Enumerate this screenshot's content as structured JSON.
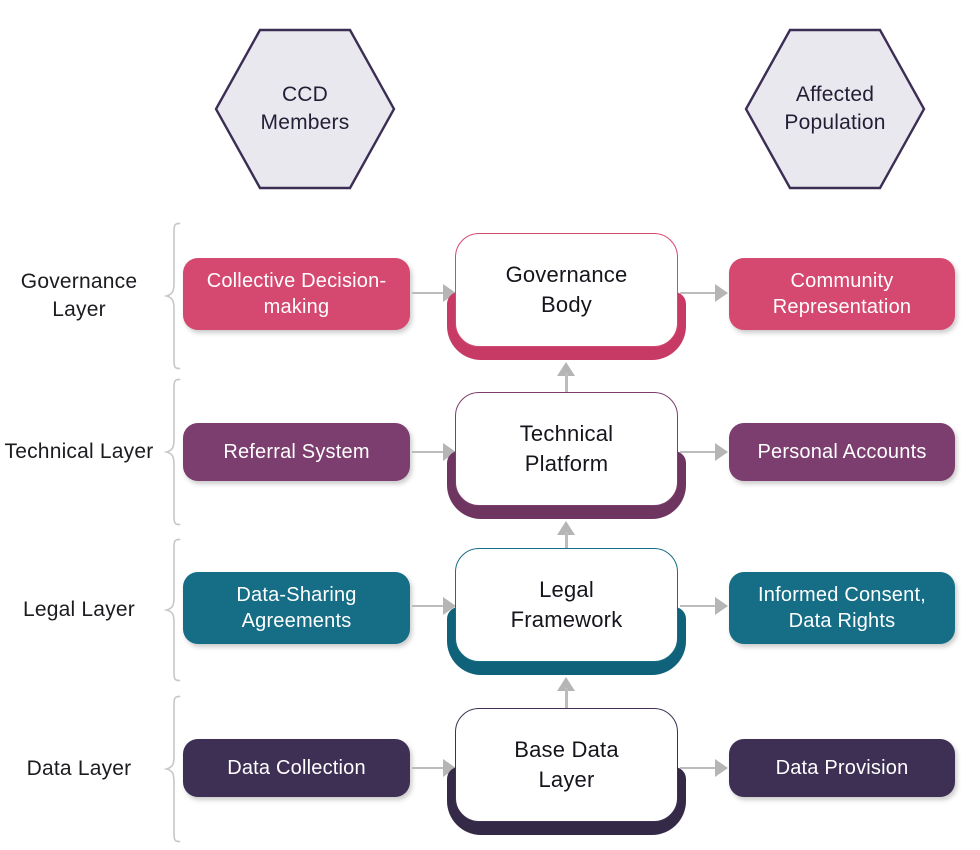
{
  "hexagons": {
    "ccd_members": "CCD Members",
    "affected_population": "Affected Population"
  },
  "layers": [
    {
      "label": "Governance Layer",
      "input": "Collective Decision-making",
      "core": "Governance Body",
      "output": "Community Representation",
      "color": "#d5486f",
      "color_dark": "#c73a66"
    },
    {
      "label": "Technical Layer",
      "input": "Referral System",
      "core": "Technical Platform",
      "output": "Personal Accounts",
      "color": "#7c3e6e",
      "color_dark": "#6e3561"
    },
    {
      "label": "Legal Layer",
      "input": "Data-Sharing Agreements",
      "core": "Legal Framework",
      "output": "Informed Consent, Data Rights",
      "color": "#156e85",
      "color_dark": "#0f6279"
    },
    {
      "label": "Data Layer",
      "input": "Data Collection",
      "core": "Base Data Layer",
      "output": "Data Provision",
      "color": "#3d3054",
      "color_dark": "#342947"
    }
  ],
  "style": {
    "hex_fill": "#e9e8ee",
    "hex_border": "#3b2e55",
    "arrow_color": "#bcbcbc",
    "brace_color": "#c7c7c7",
    "card_background": "#ffffff"
  }
}
